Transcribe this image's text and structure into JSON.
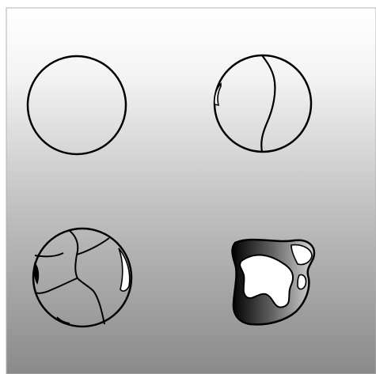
{
  "figure": {
    "stages": [
      {
        "id": "intact-circle",
        "fill": "none"
      },
      {
        "id": "single-crack-circle",
        "fill": "none"
      },
      {
        "id": "multi-crack-circle",
        "fill": "none"
      },
      {
        "id": "deformed-shape",
        "fill": "gradient"
      }
    ],
    "colors": {
      "background_top": "#ffffff",
      "background_bottom": "#8a8a8a",
      "stroke": "#000000",
      "panel_border": "#b0b0b0"
    }
  }
}
